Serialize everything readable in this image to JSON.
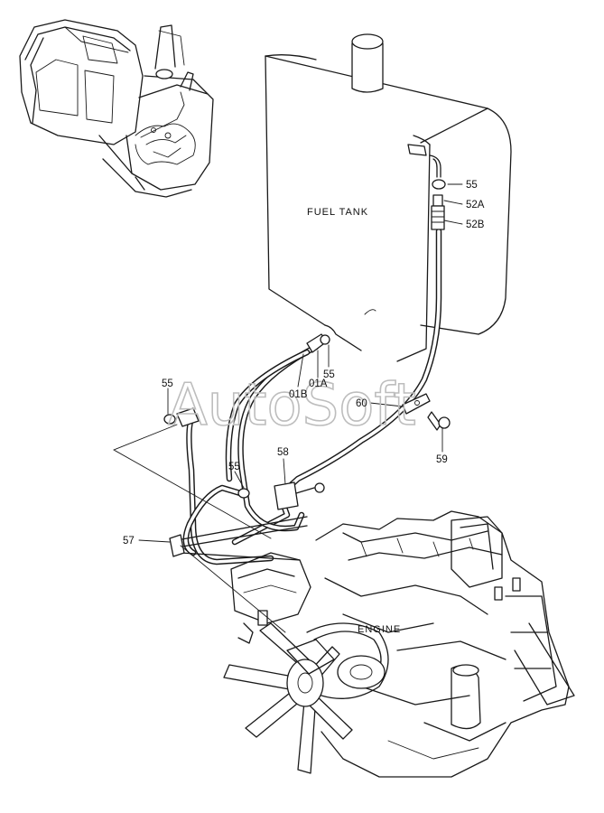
{
  "diagram": {
    "captions": {
      "fuel_tank": "FUEL  TANK",
      "engine": "ENGINE"
    },
    "watermark": "AutoSoft",
    "callouts": {
      "c55_tank": "55",
      "c52a": "52A",
      "c52b": "52B",
      "c55_joint": "55",
      "c01b": "01B",
      "c01a": "01A",
      "c55_left": "55",
      "c60": "60",
      "c59": "59",
      "c58": "58",
      "c55_mid": "55",
      "c57": "57"
    }
  }
}
